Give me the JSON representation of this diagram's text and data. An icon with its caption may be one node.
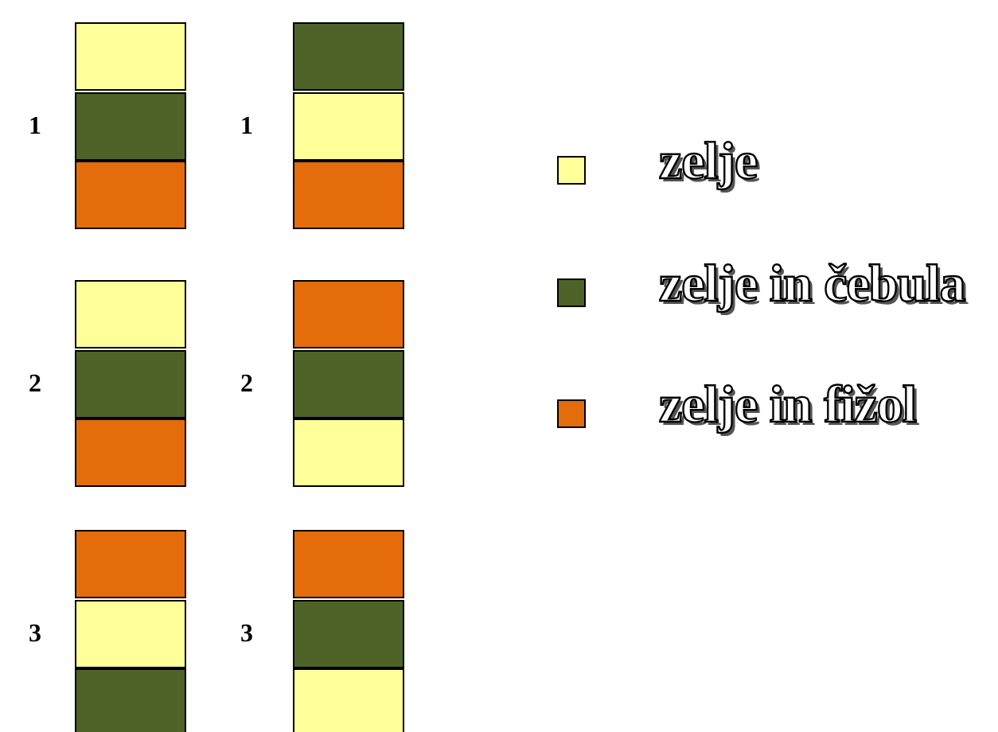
{
  "diagram": {
    "labels": [
      "1",
      "1",
      "2",
      "2",
      "3",
      "3"
    ],
    "legend": [
      {
        "text": "zelje",
        "color": "#ffff99"
      },
      {
        "text": "zelje in čebula",
        "color": "#4f6228"
      },
      {
        "text": "zelje in fižol",
        "color": "#e46c0a"
      }
    ]
  }
}
